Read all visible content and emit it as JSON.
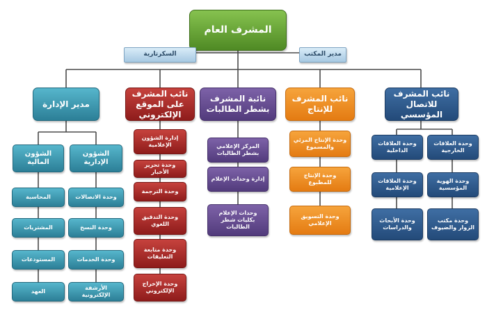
{
  "chart": {
    "top": "المشرف العام",
    "secretariat": "السكرتارية",
    "office_manager": "مدير المكتب",
    "admin": {
      "title": "مدير الإدارة",
      "financial": {
        "title": "الشؤون المالية",
        "items": [
          "المحاسبة",
          "المشتريات",
          "المستودعات",
          "العهد"
        ]
      },
      "administrative": {
        "title": "الشؤون الإدارية",
        "items": [
          "وحدة الاتصالات",
          "وحدة النسخ",
          "وحدة الخدمات",
          "الأرشفة الإلكترونية"
        ]
      }
    },
    "website": {
      "title": "نائب المشرف على الموقع الإلكتروني",
      "items": [
        "إدارة الشؤون الإعلامية",
        "وحدة تحرير الأخبار",
        "وحدة الترجمة",
        "وحدة التدقيق اللغوي",
        "وحدة متابعة التعليقات",
        "وحدة الإخراج الإلكتروني"
      ]
    },
    "female": {
      "title": "نائبة المشرف بشطر الطالبات",
      "items": [
        "المركز الإعلامي بشطر الطالبات",
        "إدارة وحدات الإعلام",
        "وحدات الإعلام بكليات شطر الطالبات"
      ]
    },
    "production": {
      "title": "نائب المشرف للإنتاج",
      "items": [
        "وحدة الإنتاج المرئي والمسموع",
        "وحدة الإنتاج للمطبوع",
        "وحدة التسويق الإعلامي"
      ]
    },
    "communication": {
      "title": "نائب المشرف للاتصال المؤسسي",
      "col_internal": [
        "وحدة العلاقات الداخلية",
        "وحدة العلاقات الإعلامية",
        "وحدة الأبحاث والدراسات"
      ],
      "col_external": [
        "وحدة العلاقات الخارجية",
        "وحدة الهوية المؤسسية",
        "وحدة مكتب الزوار والضيوف"
      ]
    }
  },
  "colors": {
    "line": "#4a4a4a",
    "top": "#5a9a2e",
    "admin": "#2c8aa3",
    "website": "#a52a26",
    "female": "#5f4790",
    "production": "#ee8c1e",
    "communication": "#2b568a"
  }
}
